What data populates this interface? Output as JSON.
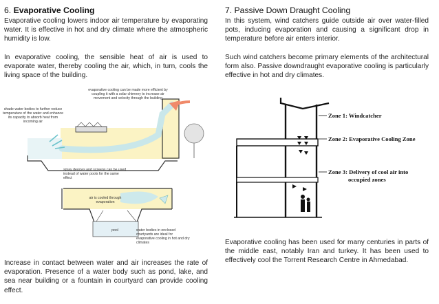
{
  "left": {
    "heading_number": "6.",
    "heading_title": "Evaporative Cooling",
    "para1": "Evaporative cooling lowers indoor air temperature by evaporating water. It is effective in hot and dry climate where the atmospheric humidity is low.",
    "para2": "In evaporative cooling, the sensible heat of air is used to evaporate water, thereby cooling the air, which, in turn, cools the living space of the building.",
    "para3": "Increase in contact between water and air increases the rate of evaporation. Presence of a water body such as pond, lake, and sea near building or a fountain in courtyard can provide cooling effect.",
    "diagram_labels": {
      "chimney": "evaporative cooling can be made more efficient by coupling it with a solar chimney to increase air movement and velocity through the building",
      "shade": "shade water bodies to further reduce temperature of the water and enhance its capacity to absorb heat from incoming air",
      "spray": "spray devices and screens can be used instead of water pools for the same effect",
      "air_cooled": "air is cooled through evaporation",
      "pool": "pool",
      "courtyard": "water bodies in enclosed courtyards are ideal for evaporative cooling in hot and dry climates"
    }
  },
  "right": {
    "heading": "7. Passive Down Draught Cooling",
    "para1": "In this system, wind catchers guide outside air over water-filled pots, inducing evaporation and causing a significant drop in temperature before air enters interior.",
    "para2": "Such wind catchers become primary elements of the architectural form also. Passive downdraught evaporative cooling is particularly effective in hot and dry climates.",
    "para3": "Evaporative cooling has been used for many centuries in parts of the middle east, notably Iran and turkey. It has been used to effectively cool the Torrent Research Centre in Ahmedabad.",
    "zones": {
      "z1": "Zone 1: Windcatcher",
      "z2": "Zone 2: Evaporative Cooling Zone",
      "z3a": "Zone 3: Delivery of cool air into",
      "z3b": "occupied zones"
    }
  }
}
